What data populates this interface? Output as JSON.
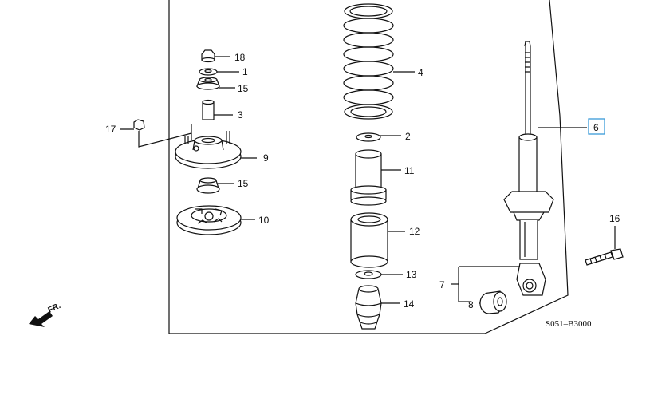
{
  "diagram": {
    "part_labels": {
      "p18": "18",
      "p1": "1",
      "p15a": "15",
      "p3": "3",
      "p17": "17",
      "p9": "9",
      "p15b": "15",
      "p10": "10",
      "p4": "4",
      "p2": "2",
      "p11": "11",
      "p12": "12",
      "p13": "13",
      "p14": "14",
      "p6": "6",
      "p7": "7",
      "p8": "8",
      "p16": "16"
    },
    "diagram_code": "S051–B3000",
    "direction_label": "FR.",
    "colors": {
      "line": "#111111",
      "highlight": "#3a9ad9",
      "frame": "#d6d6d6"
    }
  }
}
